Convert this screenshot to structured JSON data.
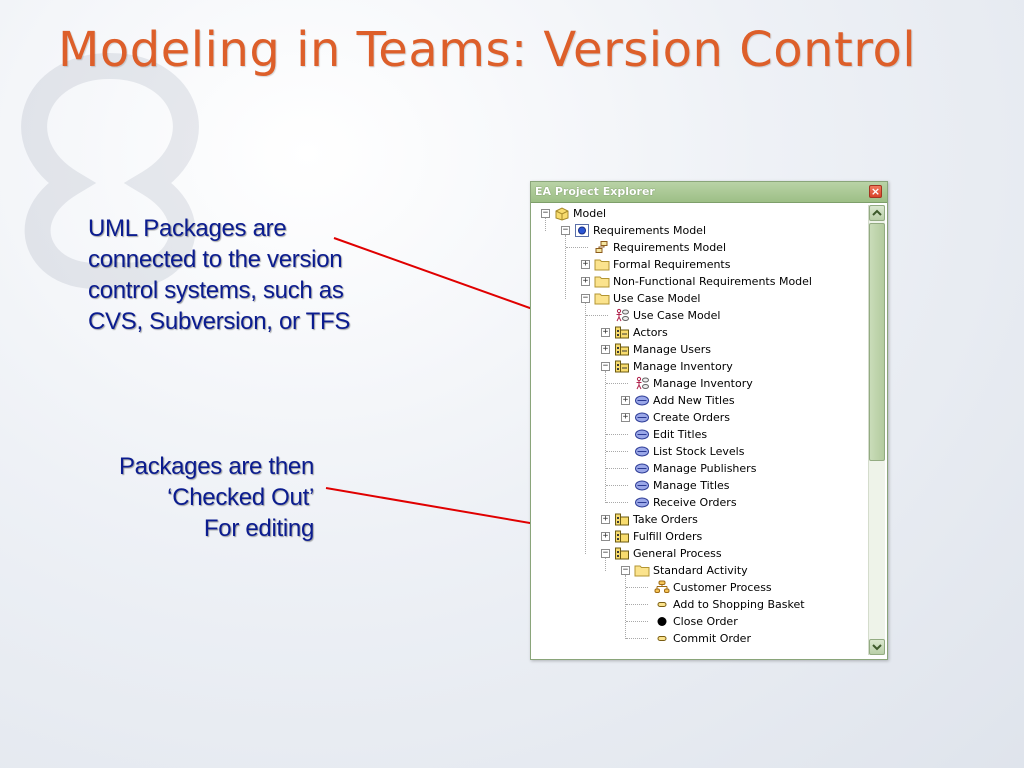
{
  "slide": {
    "title": "Modeling in Teams: Version Control",
    "title_color": "#dd5f2a",
    "callout_color": "#0b1c8f",
    "arrow_color": "#e00000"
  },
  "callouts": [
    {
      "lines": [
        "UML Packages are",
        "connected to the version",
        "control systems, such as",
        "CVS, Subversion, or TFS"
      ]
    },
    {
      "lines": [
        "Packages are then",
        "‘Checked Out’",
        "For editing"
      ]
    }
  ],
  "explorer": {
    "title": "EA Project Explorer",
    "close_label": "×",
    "items": [
      {
        "label": "Model",
        "icon": "package-icon",
        "expander": "−"
      },
      {
        "label": "Requirements Model",
        "icon": "model-view-icon",
        "expander": "−"
      },
      {
        "label": "Requirements Model",
        "icon": "diagram-icon",
        "expander": ""
      },
      {
        "label": "Formal Requirements",
        "icon": "folder-icon",
        "expander": "+"
      },
      {
        "label": "Non-Functional Requirements Model",
        "icon": "folder-icon",
        "expander": "+"
      },
      {
        "label": "Use Case Model",
        "icon": "folder-icon",
        "expander": "−"
      },
      {
        "label": "Use Case Model",
        "icon": "use-case-diagram-icon",
        "expander": ""
      },
      {
        "label": "Actors",
        "icon": "checked-in-package-icon",
        "expander": "+"
      },
      {
        "label": "Manage Users",
        "icon": "checked-in-package-icon",
        "expander": "+"
      },
      {
        "label": "Manage Inventory",
        "icon": "checked-in-package-icon",
        "expander": "−"
      },
      {
        "label": "Manage Inventory",
        "icon": "use-case-diagram-icon",
        "expander": ""
      },
      {
        "label": "Add New Titles",
        "icon": "use-case-icon",
        "expander": "+"
      },
      {
        "label": "Create Orders",
        "icon": "use-case-icon",
        "expander": "+"
      },
      {
        "label": "Edit Titles",
        "icon": "use-case-icon",
        "expander": ""
      },
      {
        "label": "List Stock Levels",
        "icon": "use-case-icon",
        "expander": ""
      },
      {
        "label": "Manage Publishers",
        "icon": "use-case-icon",
        "expander": ""
      },
      {
        "label": "Manage Titles",
        "icon": "use-case-icon",
        "expander": ""
      },
      {
        "label": "Receive Orders",
        "icon": "use-case-icon",
        "expander": ""
      },
      {
        "label": "Take Orders",
        "icon": "checked-out-package-icon",
        "expander": "+"
      },
      {
        "label": "Fulfill Orders",
        "icon": "checked-out-package-icon",
        "expander": "+"
      },
      {
        "label": "General Process",
        "icon": "checked-out-package-icon",
        "expander": "−"
      },
      {
        "label": "Standard Activity",
        "icon": "folder-icon",
        "expander": "−"
      },
      {
        "label": "Customer Process",
        "icon": "activity-diagram-icon",
        "expander": ""
      },
      {
        "label": "Add to Shopping Basket",
        "icon": "action-icon",
        "expander": ""
      },
      {
        "label": "Close Order",
        "icon": "final-node-icon",
        "expander": ""
      },
      {
        "label": "Commit Order",
        "icon": "action-icon",
        "expander": ""
      }
    ]
  }
}
